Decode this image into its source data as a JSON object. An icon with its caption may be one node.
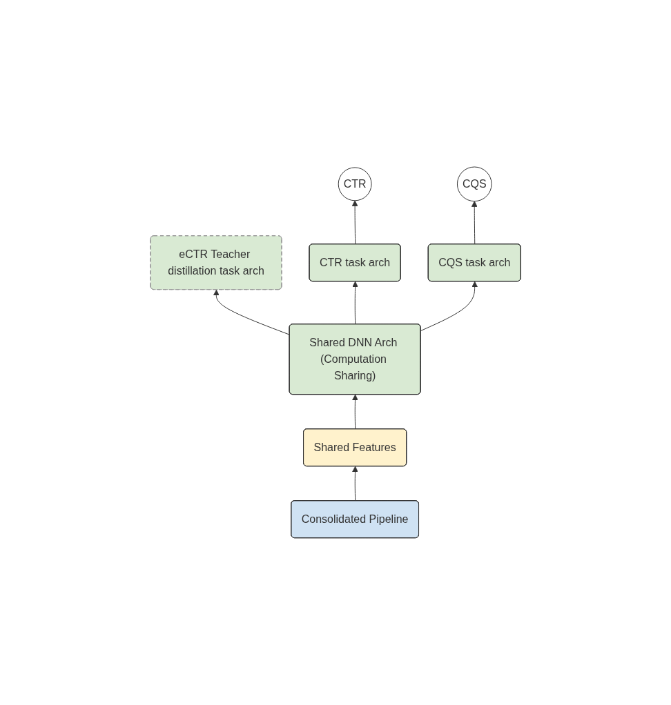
{
  "diagram": {
    "nodes": [
      {
        "text": [
          "CTR"
        ]
      },
      {
        "text": [
          "CQS"
        ]
      },
      {
        "text": [
          "eCTR Teacher distillation task arch"
        ]
      },
      {
        "text": [
          "CTR task arch"
        ]
      },
      {
        "text": [
          "CQS task arch"
        ]
      },
      {
        "text": [
          "Shared DNN Arch (Computation Sharing)"
        ]
      },
      {
        "text": [
          "Shared Features"
        ]
      },
      {
        "text": [
          "Consolidated Pipeline"
        ]
      }
    ],
    "edges": [
      {
        "from": 5,
        "to": 2,
        "arrow": "to"
      },
      {
        "from": 5,
        "to": 3,
        "arrow": "to"
      },
      {
        "from": 5,
        "to": 4,
        "arrow": "to"
      },
      {
        "from": 3,
        "to": 0,
        "arrow": "to"
      },
      {
        "from": 4,
        "to": 1,
        "arrow": "to"
      },
      {
        "from": 6,
        "to": 5,
        "arrow": "to"
      },
      {
        "from": 7,
        "to": 6,
        "arrow": "to"
      }
    ]
  }
}
